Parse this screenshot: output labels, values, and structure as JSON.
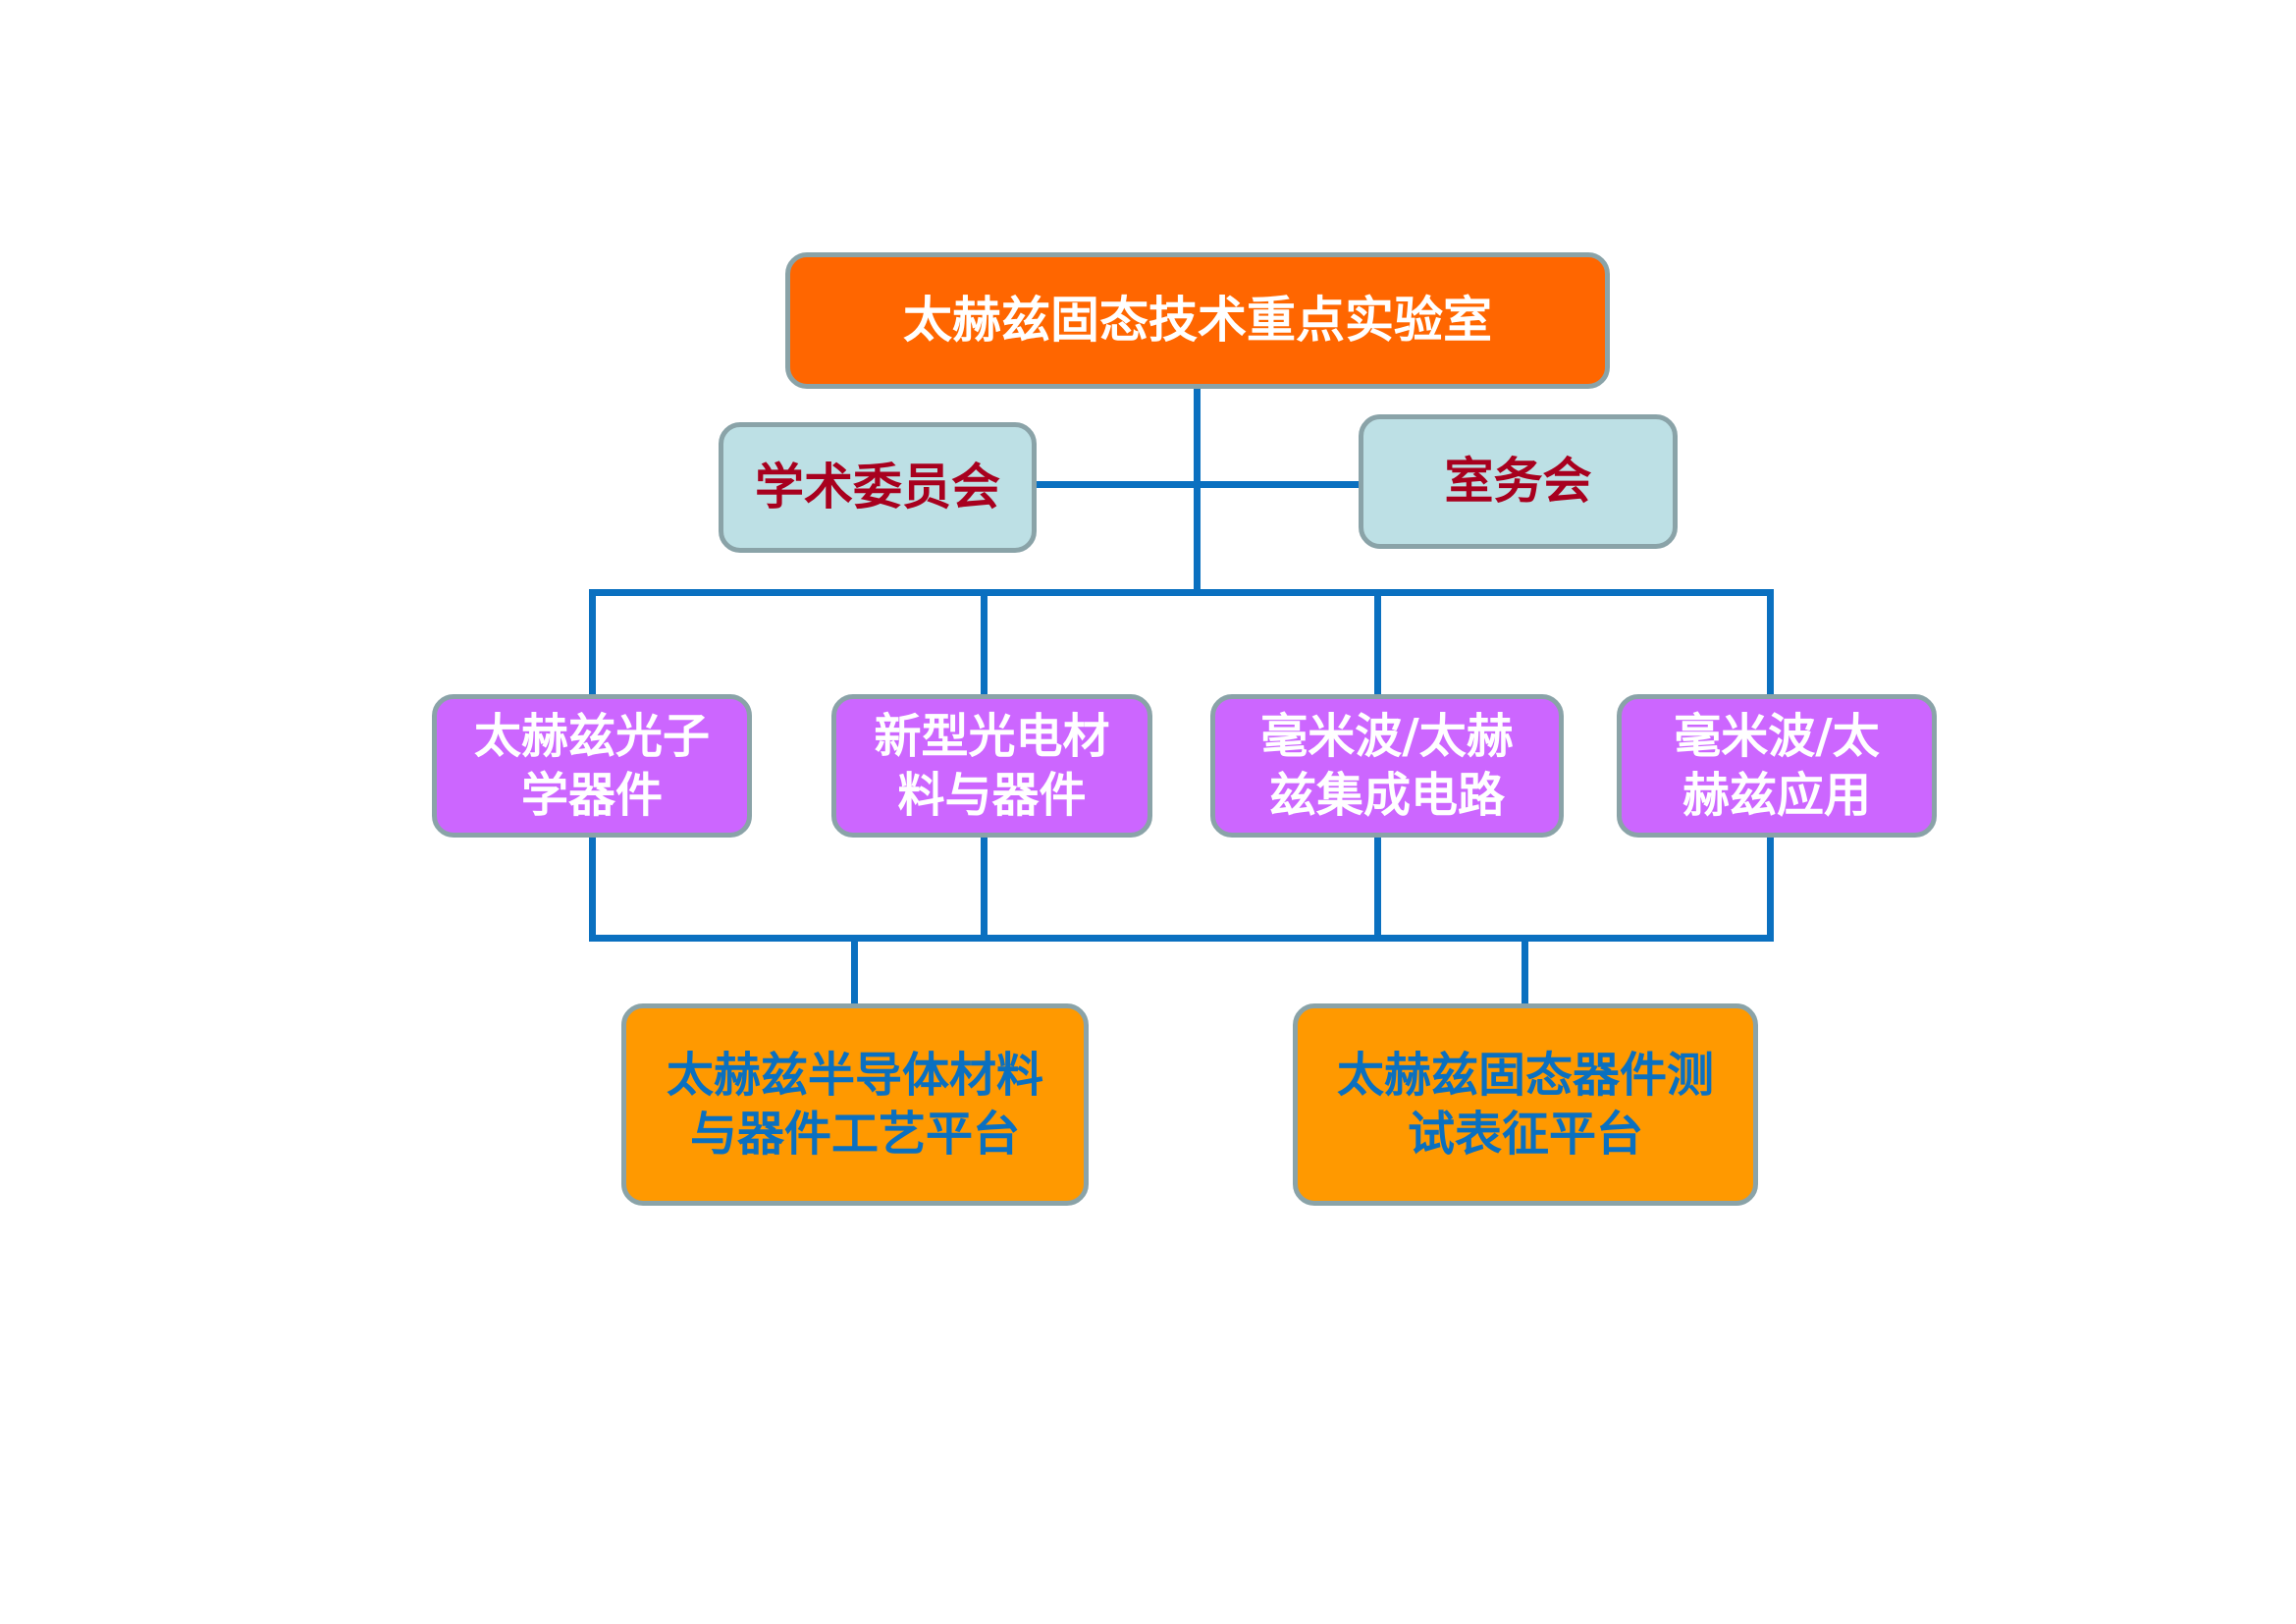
{
  "diagram": {
    "type": "org-chart",
    "root": {
      "label": "太赫兹固态技术重点实验室",
      "color": "#ff6600",
      "text_color": "#ffffff"
    },
    "committees": [
      {
        "label": "学术委员会",
        "color": "#bde0e5",
        "text_color": "#a8001e"
      },
      {
        "label": "室务会",
        "color": "#bde0e5",
        "text_color": "#a8001e"
      }
    ],
    "departments": [
      {
        "label": "太赫兹光子\n学器件",
        "color": "#cc66ff",
        "text_color": "#ffffff"
      },
      {
        "label": "新型光电材\n料与器件",
        "color": "#cc66ff",
        "text_color": "#ffffff"
      },
      {
        "label": "毫米波/太赫\n兹集成电路",
        "color": "#cc66ff",
        "text_color": "#ffffff"
      },
      {
        "label": "毫米波/太\n赫兹应用",
        "color": "#cc66ff",
        "text_color": "#ffffff"
      }
    ],
    "platforms": [
      {
        "label": "太赫兹半导体材料\n与器件工艺平台",
        "color": "#ff9900",
        "text_color": "#0a70c0"
      },
      {
        "label": "太赫兹固态器件测\n试表征平台",
        "color": "#ff9900",
        "text_color": "#0a70c0"
      }
    ],
    "connector_color": "#0a70c0",
    "border_color": "#8aa3a8"
  }
}
